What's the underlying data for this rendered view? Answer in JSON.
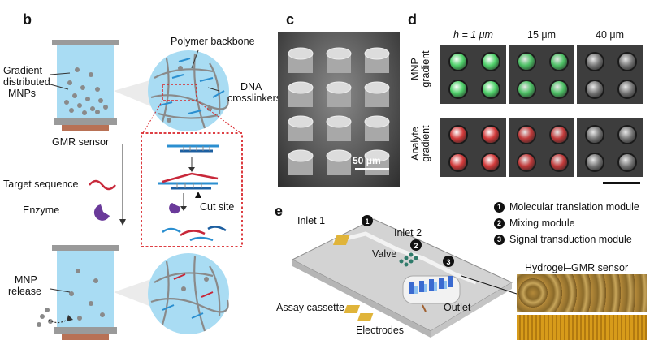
{
  "panels": {
    "b": {
      "letter": "b",
      "labels": {
        "gradient_mnps": [
          "Gradient-",
          "distributed",
          "MNPs"
        ],
        "gmr_sensor": "GMR sensor",
        "polymer_backbone": "Polymer backbone",
        "dna_crosslinkers": [
          "DNA",
          "crosslinkers"
        ],
        "target_sequence": "Target sequence",
        "enzyme": "Enzyme",
        "cut_site": "Cut site",
        "mnp_release": [
          "MNP",
          "release"
        ]
      }
    },
    "c": {
      "letter": "c",
      "scale_bar": "50 μm"
    },
    "d": {
      "letter": "d",
      "columns": [
        "h = 1 μm",
        "15 μm",
        "40 μm"
      ],
      "rows": [
        {
          "label": [
            "MNP",
            "gradient"
          ],
          "color": "#4fd16a"
        },
        {
          "label": [
            "Analyte",
            "gradient"
          ],
          "color": "#d23a3a"
        }
      ]
    },
    "e": {
      "letter": "e",
      "labels": {
        "inlet1": "Inlet 1",
        "inlet2": "Inlet 2",
        "valve": "Valve",
        "assay_cassette": "Assay cassette",
        "outlet": "Outlet",
        "electrodes": "Electrodes",
        "hydrogel_gmr": "Hydrogel–GMR sensor"
      },
      "legend": [
        {
          "num": "1",
          "text": "Molecular translation module"
        },
        {
          "num": "2",
          "text": "Mixing module"
        },
        {
          "num": "3",
          "text": "Signal transduction module"
        }
      ]
    }
  },
  "colors": {
    "hydrogel_blue": "#a9dcf3",
    "gmr_copper": "#b87155",
    "dna_blue": "#2b8fd0",
    "target_red": "#c8283a",
    "enzyme_purple": "#6a3a9a",
    "dashed_red": "#d9262b"
  }
}
